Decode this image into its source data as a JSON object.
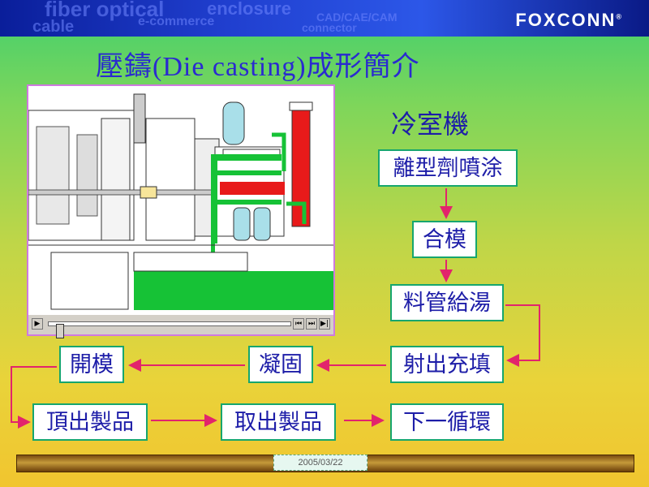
{
  "header": {
    "bg_words": [
      "fiber optical",
      "enclosure",
      "e-commerce",
      "cable",
      "connector",
      "CAD/CAE/CAM"
    ],
    "brand": "FOXCONN",
    "brand_mark": "®",
    "bg_color": "#1c3cd6"
  },
  "slide": {
    "title": "壓鑄(Die casting)成形簡介",
    "machine_label": "冷室機"
  },
  "video": {
    "controls": {
      "play": "▶",
      "prev": "⏮",
      "next": "⏭",
      "end": "▶|"
    },
    "progress": 0.03
  },
  "flow": {
    "step1": "離型劑噴涂",
    "step2": "合模",
    "step3": "料管給湯",
    "step4": "射出充填",
    "step5": "凝固",
    "step6": "開模",
    "step7": "頂出製品",
    "step8": "取出製品",
    "step9": "下一循環"
  },
  "colors": {
    "title": "#2a2ad0",
    "box_text": "#1d1da8",
    "box_border": "#16a66e",
    "arrow": "#e2246c"
  },
  "footer": {
    "date": "2005/03/22"
  }
}
